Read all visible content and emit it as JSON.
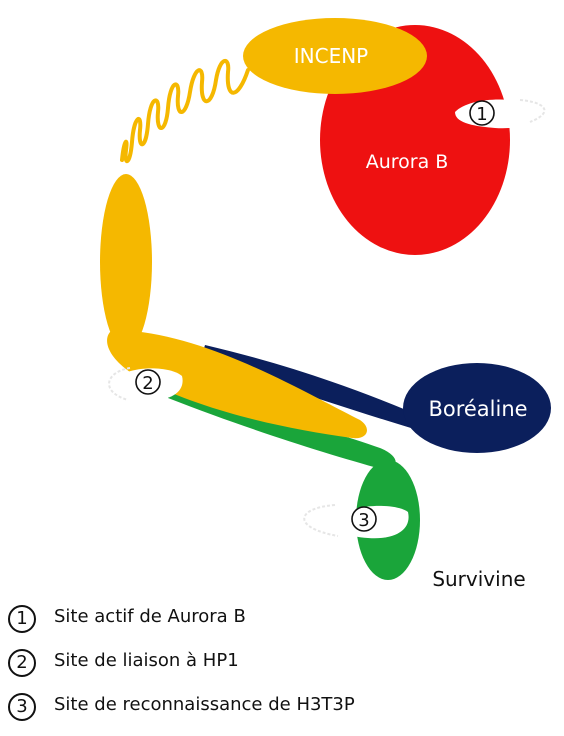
{
  "colors": {
    "incenp": "#f5b800",
    "aurora_b": "#ee1111",
    "borealine": "#0b1f5c",
    "survivine": "#1aa53a",
    "site_fill": "#ffffff",
    "text_dark": "#111111",
    "text_light": "#ffffff"
  },
  "labels": {
    "incenp": "INCENP",
    "aurora_b": "Aurora B",
    "borealine": "Boréaline",
    "survivine": "Survivine"
  },
  "sites": {
    "site1": "1",
    "site2": "2",
    "site3": "3"
  },
  "legend": [
    {
      "num": "1",
      "text": "Site actif de Aurora B"
    },
    {
      "num": "2",
      "text": "Site de liaison à HP1"
    },
    {
      "num": "3",
      "text": "Site de reconnaissance de H3T3P"
    }
  ]
}
